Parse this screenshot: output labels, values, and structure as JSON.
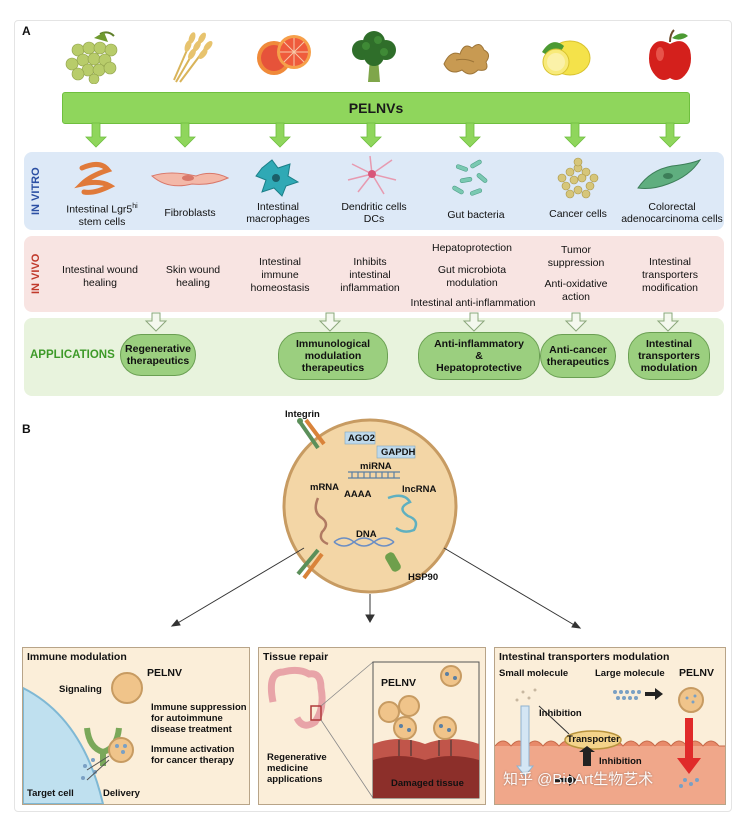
{
  "panel_a_label": "A",
  "panel_b_label": "B",
  "pelnv_bar_label": "PELNVs",
  "sources": [
    "grape-icon",
    "wheat-icon",
    "grapefruit-icon",
    "broccoli-icon",
    "ginger-icon",
    "lemon-icon",
    "apple-icon"
  ],
  "in_vitro": {
    "label": "IN VITRO",
    "cells": [
      {
        "line1": "Intestinal Lgr5",
        "sup": "hi",
        "line2": "stem cells"
      },
      {
        "line1": "Fibroblasts",
        "sup": "",
        "line2": ""
      },
      {
        "line1": "Intestinal",
        "sup": "",
        "line2": "macrophages"
      },
      {
        "line1": "Dendritic cells",
        "sup": "",
        "line2": "DCs"
      },
      {
        "line1": "Gut bacteria",
        "sup": "",
        "line2": ""
      },
      {
        "line1": "Cancer cells",
        "sup": "",
        "line2": ""
      },
      {
        "line1": "Colorectal",
        "sup": "",
        "line2": "adenocarcinoma cells"
      }
    ]
  },
  "in_vivo": {
    "label": "IN VIVO",
    "items": [
      [
        "Intestinal wound",
        "healing"
      ],
      [
        "Skin wound",
        "healing"
      ],
      [
        "Intestinal",
        "immune",
        "homeostasis"
      ],
      [
        "Inhibits",
        "intestinal",
        "inflammation"
      ],
      [
        "Hepatoprotection"
      ],
      [
        "Gut microbiota",
        "modulation"
      ],
      [
        "Intestinal anti-inflammation"
      ],
      [
        "Tumor",
        "suppression"
      ],
      [
        "Anti-oxidative",
        "action"
      ],
      [
        "Intestinal",
        "transporters",
        "modification"
      ]
    ]
  },
  "applications": {
    "label": "APPLICATIONS",
    "pills": [
      [
        "Regenerative",
        "therapeutics"
      ],
      [
        "Immunological",
        "modulation",
        "therapeutics"
      ],
      [
        "Anti-inflammatory",
        "&",
        "Hepatoprotective"
      ],
      [
        "Anti-cancer",
        "therapeutics"
      ],
      [
        "Intestinal",
        "transporters",
        "modulation"
      ]
    ]
  },
  "vesicle": {
    "integrin": "Integrin",
    "ago2": "AGO2",
    "gapdh": "GAPDH",
    "mirna": "miRNA",
    "mrna": "mRNA",
    "aaaa": "AAAA",
    "lncrna": "lncRNA",
    "dna": "DNA",
    "hsp90": "HSP90"
  },
  "immune_box": {
    "title": "Immune modulation",
    "pelnv": "PELNV",
    "signaling": "Signaling",
    "suppression": [
      "Immune suppression",
      "for autoimmune",
      "disease treatment"
    ],
    "activation": [
      "Immune activation",
      "for cancer therapy"
    ],
    "target": "Target cell",
    "delivery": "Delivery"
  },
  "tissue_box": {
    "title": "Tissue repair",
    "pelnv": "PELNV",
    "regen": [
      "Regenerative",
      "medicine",
      "applications"
    ],
    "damaged": "Damaged tissue"
  },
  "transport_box": {
    "title": "Intestinal transporters modulation",
    "small": "Small molecule",
    "large": "Large molecule",
    "pelnv": "PELNV",
    "inhibition1": "Inhibition",
    "transporter": "Transporter",
    "inhibition2": "Inhibition"
  },
  "watermark": "知乎 @BioArt生物艺术",
  "colors": {
    "bar_green": "#8fd65c",
    "vitro_bg": "#dde9f7",
    "vivo_bg": "#f8e4e2",
    "app_bg": "#e8f3dd",
    "pill_green": "#9bcf7f",
    "vitro_label": "#2b4fa3",
    "vivo_label": "#c0392b",
    "app_label": "#3d9a28",
    "vesicle": "#f3d6a6"
  }
}
